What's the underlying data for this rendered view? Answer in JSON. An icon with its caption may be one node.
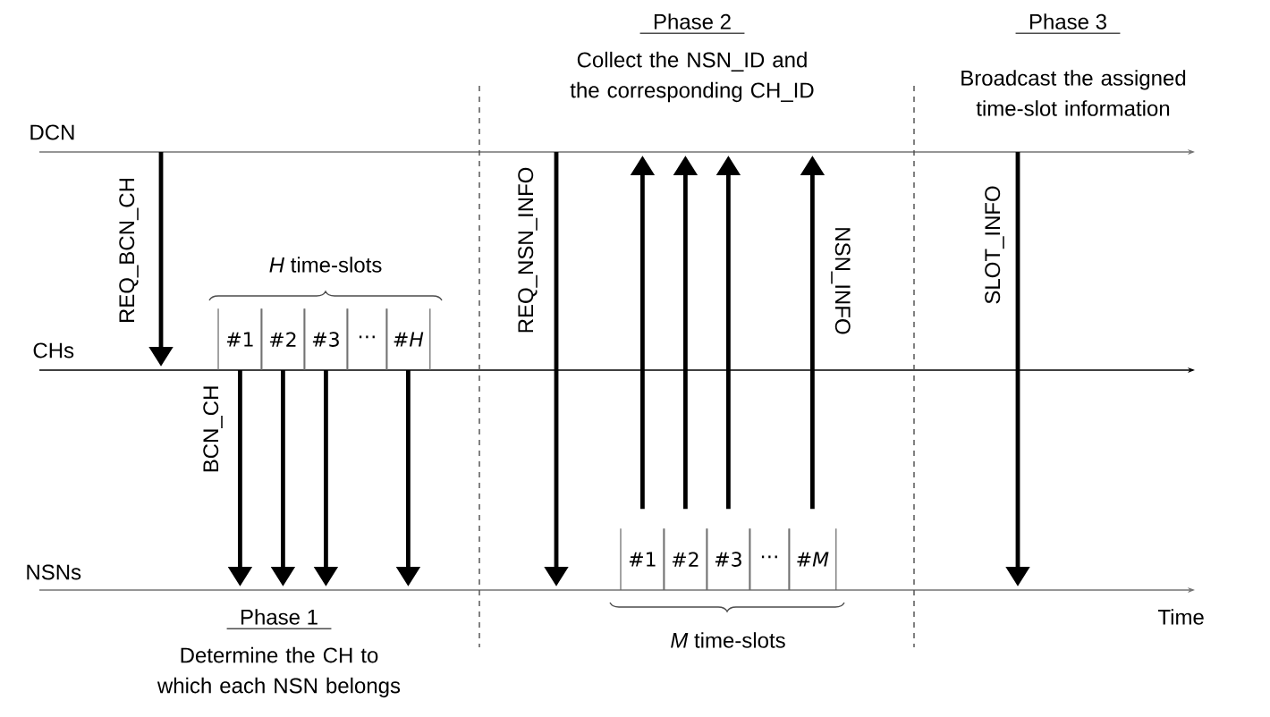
{
  "diagram": {
    "nodes": [
      {
        "text": [
          "#1"
        ]
      },
      {
        "text": [
          "#2"
        ]
      },
      {
        "text": [
          "#3"
        ]
      },
      {
        "text": [
          "⋯"
        ]
      },
      {
        "text": [
          "#*H*"
        ]
      },
      {
        "text": [
          "#1"
        ]
      },
      {
        "text": [
          "#2"
        ]
      },
      {
        "text": [
          "#3"
        ]
      },
      {
        "text": [
          "⋯"
        ]
      },
      {
        "text": [
          "#*M*"
        ]
      }
    ],
    "edges": [
      {
        "from": 0,
        "to": null,
        "arrow": "to"
      },
      {
        "from": 1,
        "to": null,
        "arrow": "to"
      },
      {
        "from": 2,
        "to": null,
        "arrow": "to"
      },
      {
        "from": 4,
        "to": null,
        "arrow": "to"
      },
      {
        "from": 5,
        "to": null,
        "arrow": "to"
      },
      {
        "from": 6,
        "to": null,
        "arrow": "to"
      },
      {
        "from": 7,
        "to": null,
        "arrow": "to"
      },
      {
        "from": 9,
        "to": null,
        "arrow": "to"
      }
    ],
    "labels": [
      "Phase 2",
      "Phase 3",
      "Collect the NSN_ID and the corresponding CH_ID",
      "Broadcast the assigned time-slot information",
      "DCN",
      "REQ_BCN_CH",
      "REQ_NSN_INFO",
      "NSN_INFO",
      "SLOT_INFO",
      "*H* time-slots",
      "CHs",
      "BCN_CH",
      "NSNs",
      "Phase 1",
      "Time",
      "*M* time-slots",
      "Determine the CH to which each NSN belongs"
    ]
  }
}
